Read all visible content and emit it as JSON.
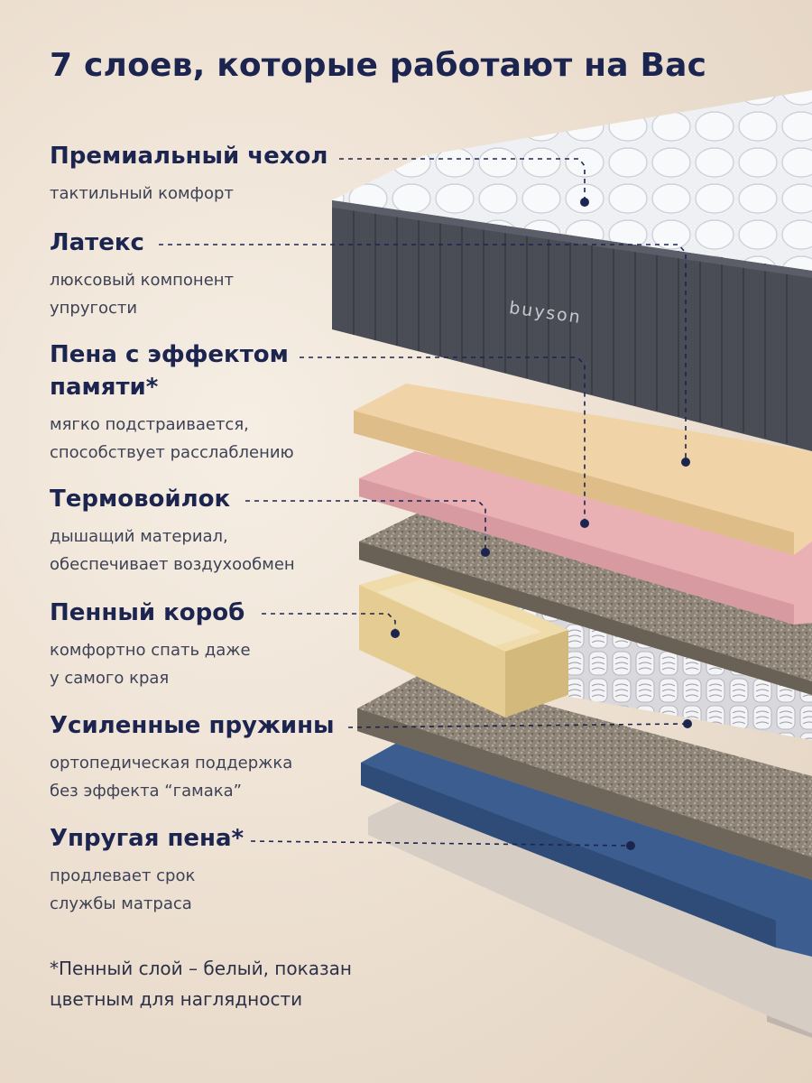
{
  "title": "7 слоев, которые работают на Вас",
  "brand": "buyson",
  "layers": [
    {
      "name": "Премиальный чехол",
      "desc": "тактильный комфорт"
    },
    {
      "name": "Латекс",
      "desc": "люксовый компонент\nупругости"
    },
    {
      "name": "Пена с эффектом\nпамяти*",
      "desc": "мягко подстраивается,\nспособствует расслаблению"
    },
    {
      "name": "Термовойлок",
      "desc": "дышащий материал,\nобеспечивает воздухообмен"
    },
    {
      "name": "Пенный короб",
      "desc": "комфортно спать даже\nу самого края"
    },
    {
      "name": "Усиленные пружины",
      "desc": "ортопедическая поддержка\nбез эффекта “гамака”"
    },
    {
      "name": "Упругая пена*",
      "desc": "продлевает срок\nслужбы матраса"
    }
  ],
  "footnote": "*Пенный слой – белый, показан\nцветным для наглядности",
  "colors": {
    "text": "#1c2450",
    "cover_side": "#4a4d56",
    "cover_top": "#eceef1",
    "latex": "#f0d3a6",
    "memory_foam": "#e9b1b4",
    "felt": "#8f8577",
    "foam_box": "#e6d19a",
    "base_foam": "#3c5d8f",
    "bottom": "#d6cdc5"
  }
}
